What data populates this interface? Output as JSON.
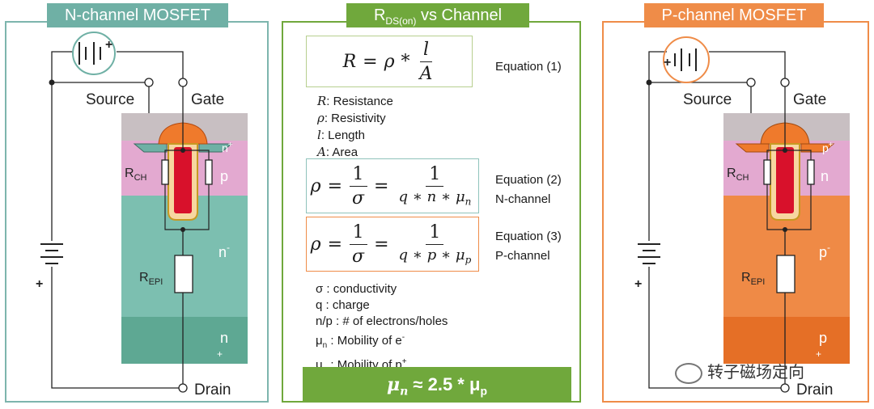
{
  "left_panel": {
    "title": "N-channel MOSFET",
    "source_label": "Source",
    "gate_label": "Gate",
    "drain_label": "Drain",
    "rch_label": "R",
    "rch_sub": "CH",
    "repi_label": "R",
    "repi_sub": "EPI",
    "region_nplus_top": "n",
    "region_nplus_top_sup": "+",
    "region_p": "p",
    "region_nminus": "n",
    "region_nminus_sup": "-",
    "region_nplus_bottom": "n",
    "region_nplus_bottom_sup": "+",
    "battery_plus_top": "+",
    "battery_plus_bottom": "+"
  },
  "right_panel": {
    "title": "P-channel MOSFET",
    "source_label": "Source",
    "gate_label": "Gate",
    "drain_label": "Drain",
    "rch_label": "R",
    "rch_sub": "CH",
    "repi_label": "R",
    "repi_sub": "EPI",
    "region_pplus_top": "p",
    "region_pplus_top_sup": "+",
    "region_n": "n",
    "region_pminus": "p",
    "region_pminus_sup": "-",
    "region_pplus_bottom": "p",
    "region_pplus_bottom_sup": "+",
    "battery_plus_top": "+",
    "battery_plus_bottom": "+"
  },
  "center_panel": {
    "title_main": "R",
    "title_sub": "DS(on)",
    "title_rest": " vs Channel",
    "eq1_label": "Equation (1)",
    "eq2_label": "Equation (2)",
    "eq2_sublabel": "N-channel",
    "eq3_label": "Equation (3)",
    "eq3_sublabel": "P-channel",
    "defs1": [
      {
        "sym": "R",
        "text": ": Resistance"
      },
      {
        "sym": "ρ",
        "text": ": Resistivity"
      },
      {
        "sym": "l",
        "text": ": Length"
      },
      {
        "sym": "A",
        "text": ": Area"
      }
    ],
    "defs2": [
      "σ : conductivity",
      "q : charge",
      "n/p : # of electrons/holes"
    ],
    "mobility_n": "μ",
    "mobility_n_sub": "n",
    "mobility_n_text": " : Mobility of e",
    "mobility_n_sup": "-",
    "mobility_p": "μ",
    "mobility_p_sub": "p",
    "mobility_p_text": " : Mobility of p",
    "mobility_p_sup": "+",
    "banner_text_a": "μ",
    "banner_text_sub": "n",
    "banner_text_b": " ≈ 2.5 * μ",
    "banner_text_sub2": "p"
  },
  "watermark": "转子磁场定向",
  "colors": {
    "n_panel_border": "#7db5ad",
    "n_title_bg": "#6fb0a5",
    "center_border": "#70a83c",
    "center_title_bg": "#70a83c",
    "p_panel_border": "#ef8c48",
    "p_title_bg": "#ef8c48",
    "teal_region": "#7cbfb0",
    "teal_dark": "#5ea893",
    "pink_region": "#e3a9d0",
    "orange_region": "#ef8a46",
    "orange_dark": "#e56f26",
    "gray_top": "#c8bfc2",
    "gate_red": "#d8112b",
    "gate_orange": "#ef7a2c"
  }
}
